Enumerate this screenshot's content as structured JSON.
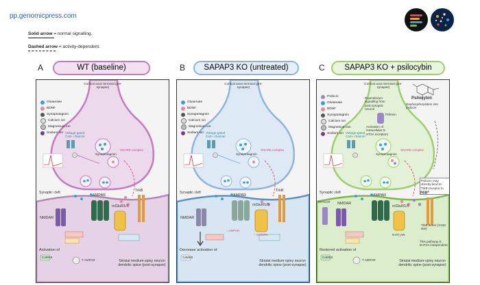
{
  "site_url": "pp.genomicpress.com",
  "legend": {
    "solid_bold": "Solid arrow",
    "solid_rest": " = normal signalling.",
    "dashed_bold": "Dashed arrow",
    "dashed_rest": " = activity-dependent."
  },
  "panels": [
    {
      "letter": "A",
      "title": "WT (baseline)",
      "accent": "#c47ac0",
      "fill": "#ecd9ec",
      "pill_fill": "#f3e1f2",
      "axon_label": "Cortical axon terminal (pre-synapse)",
      "legend_items": [
        "Glutamate",
        "BDNF",
        "Synaptotagmin",
        "Calcium ion",
        "Magnesium ion",
        "Sodium ion"
      ],
      "vgcc_label": "Voltage-gated Ca2+ channel",
      "synaptotagmin_label": "Synaptotagmin",
      "snare_label": "SNARE complex",
      "cleft": "Synaptic cleft",
      "ampar": "AMPAR",
      "nmdar": "NMDAR",
      "mglur": "mGluR1/5",
      "trkb": "TrkB",
      "activation": "Activation of",
      "camk": "CaMKII",
      "tampar": "T AMPAR",
      "spine": "Striatal medium-spiny neuron dendritic spine (post-synapse)"
    },
    {
      "letter": "B",
      "title": "SAPAP3 KO (untreated)",
      "accent": "#8fb4dc",
      "fill": "#dde9f4",
      "pill_fill": "#e6eff8",
      "axon_label": "Cortical axon terminal (pre-synapse)",
      "legend_items": [
        "Glutamate",
        "BDNF",
        "Synaptotagmin",
        "Calcium ion",
        "Magnesium ion",
        "Sodium ion"
      ],
      "vgcc_label": "Voltage-gated Ca2+ channel",
      "synaptotagmin_label": "Synaptotagmin",
      "snare_label": "SNARE complex",
      "cleft": "Synaptic cleft",
      "ampar": "AMPAR",
      "nmdar": "NMDAR",
      "mglur": "mGluR1/5",
      "trkb": "TrkB",
      "activation": "Decrease activation of",
      "camk": "CaMKII",
      "tampar": "↓ AMPAR",
      "mglur_sub": "↑ mGluR5",
      "spine": "Striatal medium-spiny neuron dendritic spine (post-synapse)"
    },
    {
      "letter": "C",
      "title": "SAPAP3 KO + psilocybin",
      "accent": "#9ccf6c",
      "fill": "#e3f1d6",
      "pill_fill": "#eaf5df",
      "axon_label": "Cortical axon terminal (pre-synapse)",
      "legend_items": [
        "Psilocin",
        "Glutamate",
        "BDNF",
        "Synaptotagmin",
        "Calcium ion",
        "Magnesium ion",
        "Sodium ion"
      ],
      "vgcc_label": "Voltage-gated Ca2+ channel",
      "synaptotagmin_label": "Synaptotagmin",
      "snare_label": "SNARE complex",
      "cleft": "Synaptic cleft",
      "ampar": "AMPAR",
      "nmdar": "NMDAR",
      "mglur": "mGluR1/5",
      "trkb": "TrkB",
      "activation": "Restored activation of",
      "camk": "CaMKII",
      "tampar": "T AMPAR",
      "ht2a": "5HT2AR",
      "mglur_sub": "5-HT₂AR",
      "trkb_dimer": "TrkB dimer (Y433 site)",
      "psilocybin": "Psilocybin",
      "psilocybin_sub": "Dephosphorylation into psilocin",
      "note1": "Downstream signalling from post-synaptic neuron",
      "note2": "Activation of intracellular 5-HT2A receptors",
      "note3": "Psilocin",
      "note4": "Psilocin may directly bind to TrkB receptor to BDNF",
      "note5": "This pathway is 5HT2A independent",
      "spine": "Striatal medium-spiny neuron dendritic spine (post-synapse)"
    }
  ],
  "legend_colors": {
    "Psilocin": "#9b86c9",
    "Glutamate": "#3aa0d8",
    "BDNF": "#e88a9c",
    "Synaptotagmin": "#555555",
    "Calcium ion": "#dddddd",
    "Magnesium ion": "#bbbbbb",
    "Sodium ion": "#7a3a8a"
  },
  "legend_icons": {
    "Psilocin": "circle",
    "Glutamate": "circle",
    "BDNF": "circle",
    "Synaptotagmin": "synaptotagmin-icon",
    "Calcium ion": "ion-icon",
    "Magnesium ion": "ion-icon",
    "Sodium ion": "ion-icon"
  }
}
